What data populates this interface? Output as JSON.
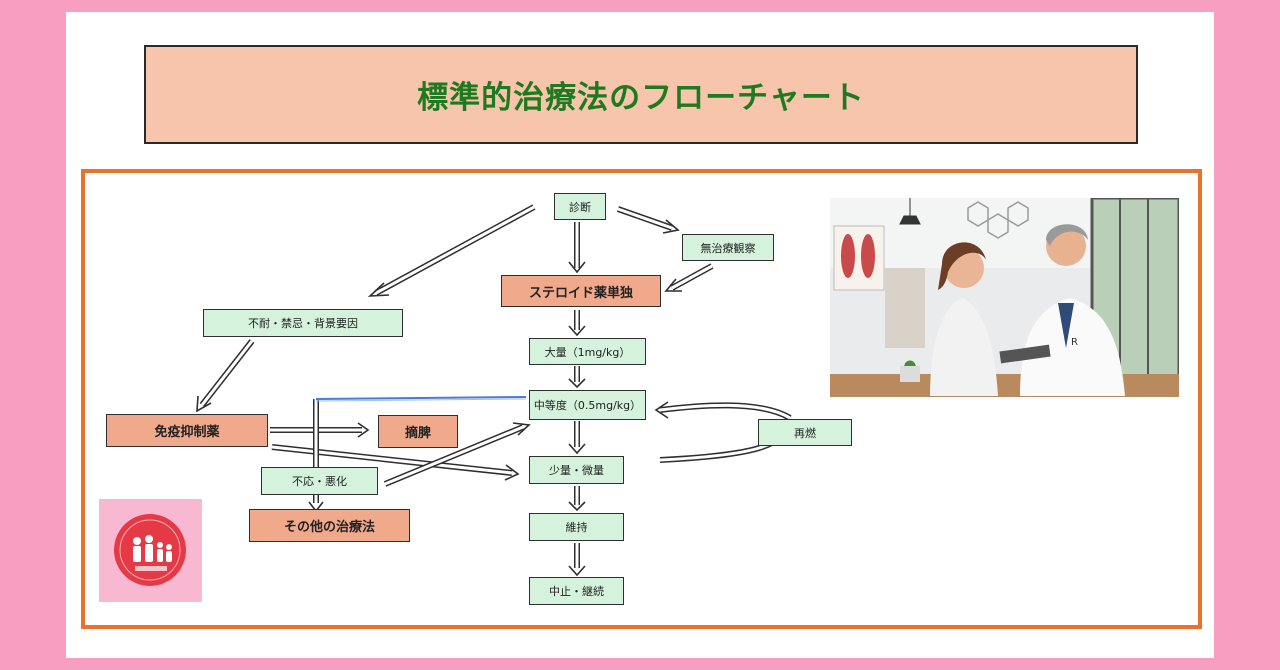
{
  "title": "標準的治療法のフローチャート",
  "nodes": {
    "diagnosis": "診断",
    "watchful_waiting": "無治療観察",
    "steroid_mono": "ステロイド薬単独",
    "intolerance": "不耐・禁忌・背景要因",
    "high_dose": "大量（1mg/kg）",
    "mid_dose": "中等度（0.5mg/kg）",
    "immunosuppressant": "免疫抑制薬",
    "splenectomy": "摘脾",
    "relapse": "再燃",
    "nonresponse": "不応・悪化",
    "low_dose": "少量・微量",
    "other_therapy": "その他の治療法",
    "maintenance": "維持",
    "discontinue": "中止・継続"
  },
  "photo": {
    "description_icon": "doctor-patient-consultation-illustration",
    "sign_text": "R"
  },
  "logo": {
    "icon": "family-silhouette-logo",
    "colors": {
      "circle": "#e63946",
      "bg": "#f9b8d2"
    }
  },
  "colors": {
    "background": "#f89ec0",
    "title_bg": "#f7c4ac",
    "title_text": "#1f7a1f",
    "frame": "#e8732e",
    "green_node": "#d4f2dc",
    "orange_node": "#f0a98a"
  }
}
